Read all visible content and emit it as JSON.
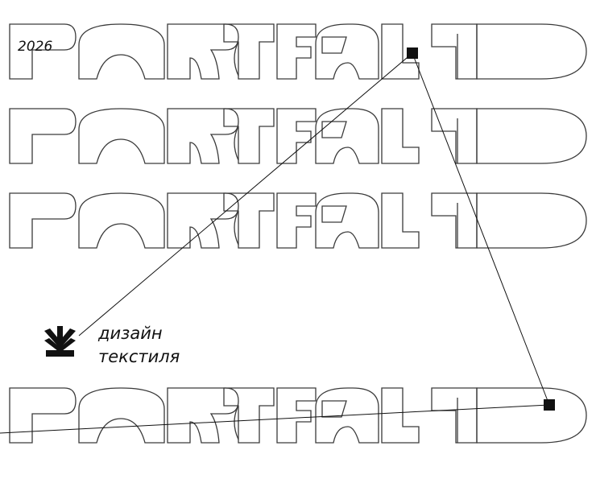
{
  "poster": {
    "year": "2026",
    "wordmark": "PORTFOLIO",
    "caption": {
      "line1": "дизайн",
      "line2": "текстиля"
    },
    "logo_icon": "asterisk-burst-icon",
    "colors": {
      "ink": "#111111",
      "outline": "#3a3a3a",
      "background": "#ffffff"
    }
  }
}
